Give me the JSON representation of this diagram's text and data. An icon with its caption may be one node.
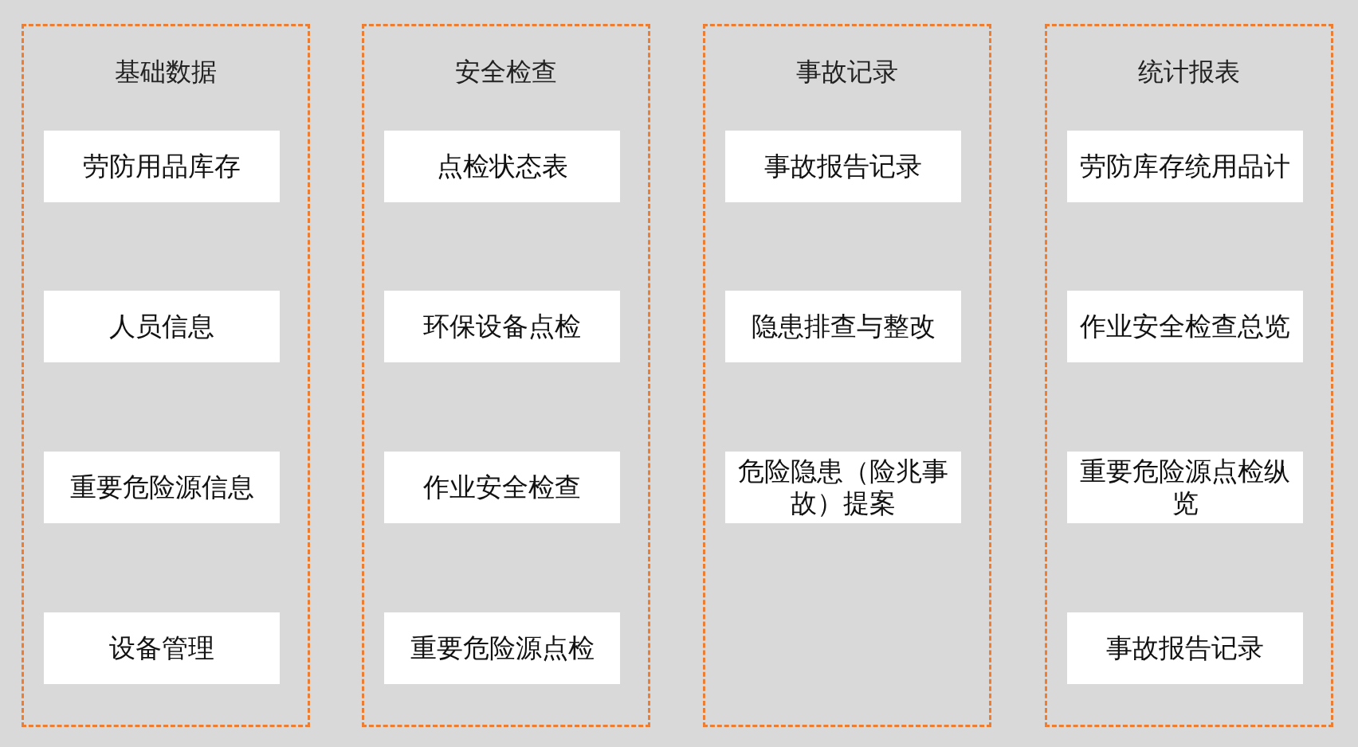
{
  "diagram": {
    "nodes": [
      {
        "text": [
          "基础数据"
        ]
      },
      {
        "text": [
          "劳防用品库存"
        ],
        "in": 0
      },
      {
        "text": [
          "人员信息"
        ],
        "in": 0
      },
      {
        "text": [
          "重要危险源信息"
        ],
        "in": 0
      },
      {
        "text": [
          "设备管理"
        ],
        "in": 0
      },
      {
        "text": [
          "安全检查"
        ]
      },
      {
        "text": [
          "点检状态表"
        ],
        "in": 5
      },
      {
        "text": [
          "环保设备点检"
        ],
        "in": 5
      },
      {
        "text": [
          "作业安全检查"
        ],
        "in": 5
      },
      {
        "text": [
          "重要危险源点检"
        ],
        "in": 5
      },
      {
        "text": [
          "事故记录"
        ]
      },
      {
        "text": [
          "事故报告记录"
        ],
        "in": 10
      },
      {
        "text": [
          "隐患排查与整改"
        ],
        "in": 10
      },
      {
        "text": [
          "危险隐患（险兆事故）提案"
        ],
        "in": 10
      },
      {
        "text": [
          "统计报表"
        ]
      },
      {
        "text": [
          "劳防库存统用品计"
        ],
        "in": 14
      },
      {
        "text": [
          "作业安全检查总览"
        ],
        "in": 14
      },
      {
        "text": [
          "重要危险源点检纵览"
        ],
        "in": 14
      },
      {
        "text": [
          "事故报告记录"
        ],
        "in": 14
      }
    ]
  }
}
